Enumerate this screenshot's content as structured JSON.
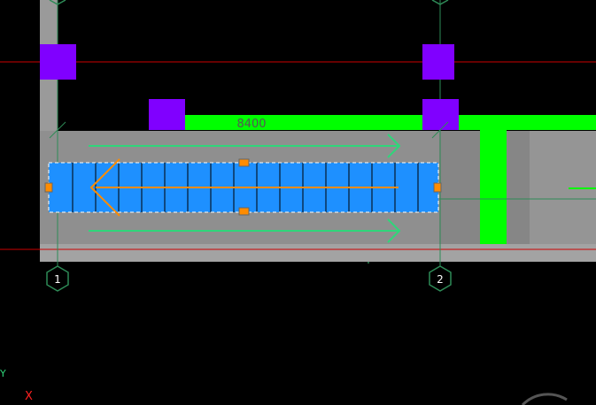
{
  "drawing": {
    "dimension_text": "8400",
    "grid_axes": [
      {
        "label": "1"
      },
      {
        "label": "2"
      }
    ],
    "ucs": {
      "y_label": "Y",
      "x_label": "X"
    }
  },
  "colors": {
    "background": "#000000",
    "slab": "#8f8f8f",
    "column": "#8000ff",
    "beam": "#00ff00",
    "selection_fill": "#1e90ff",
    "grid_line": "#cc0000",
    "axis_line": "#2e8b57",
    "flow_arrow": "#2fd67a",
    "grip": "#ff8c00"
  }
}
